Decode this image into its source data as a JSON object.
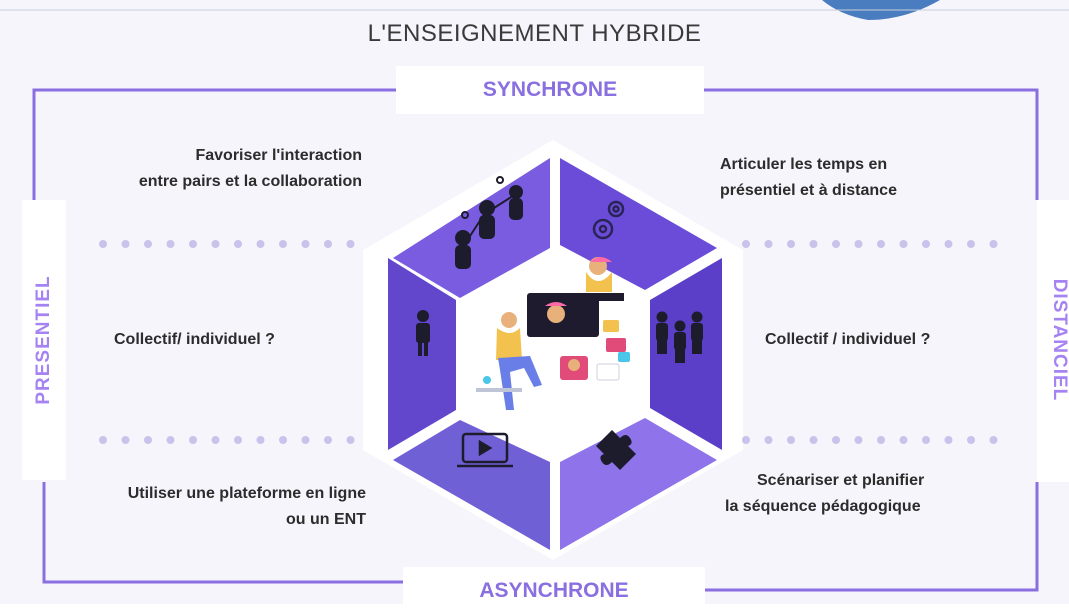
{
  "title": "L'ENSEIGNEMENT HYBRIDE",
  "axes": {
    "top": "SYNCHRONE",
    "bottom": "ASYNCHRONE",
    "left": "PRESENTIEL",
    "right": "DISTANCIEL"
  },
  "quadrants": {
    "top_left": [
      "Favoriser l'interaction",
      "entre pairs et la collaboration"
    ],
    "top_right": [
      "Articuler les temps en",
      "présentiel et à distance"
    ],
    "mid_left": [
      "Collectif/ individuel ?"
    ],
    "mid_right": [
      "Collectif / individuel  ?"
    ],
    "bottom_left": [
      "Utiliser une plateforme en ligne",
      "ou un ENT"
    ],
    "bottom_right": [
      "Scénariser  et planifier",
      "la séquence pédagogique"
    ]
  },
  "colors": {
    "frame": "#8b6ee0",
    "accent_text": "#9a7ae8",
    "hex_dark": "#5b3fc8",
    "hex_mid": "#7a5ce0",
    "hex_light": "#a98af2",
    "dots": "#c9c2ea",
    "corner_shape": "#4a7cc0"
  },
  "icons": [
    "network-people-icon",
    "gears-icon",
    "single-person-icon",
    "group-people-icon",
    "video-play-icon",
    "puzzle-icon",
    "hybrid-classroom-illustration"
  ]
}
